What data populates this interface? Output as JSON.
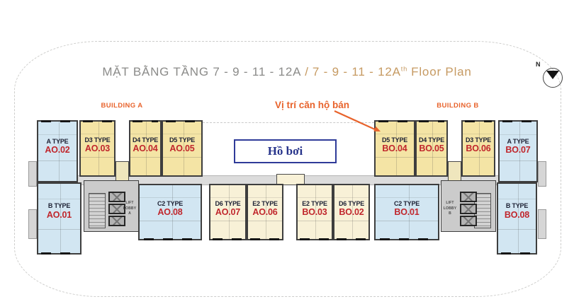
{
  "title": {
    "vn": "MẶT BẰNG TẦNG 7 - 9 - 11 - 12A",
    "separator": "/",
    "en": "7 - 9 - 11 - 12A",
    "en_sup": "th",
    "en_tail": "Floor Plan"
  },
  "compass": {
    "north_label": "N"
  },
  "labels": {
    "building_a": "BUILDING A",
    "building_b": "BUILDING B",
    "sale_note": "Vị trí căn hộ bán",
    "pool": "Hồ bơi",
    "lift_a": [
      "LIFT",
      "LOBBY A"
    ],
    "lift_b": [
      "LIFT",
      "LOBBY B"
    ]
  },
  "colors": {
    "accent_orange": "#E8632C",
    "title_gray": "#8B8B89",
    "title_tan": "#C69A62",
    "unit_code_red": "#C0262C",
    "unit_type_navy": "#1E2235",
    "pool_blue": "#27348B",
    "unit_yellow": "#F4E4A5",
    "unit_cream": "#F8F1D7",
    "unit_blue": "#D2E6F2",
    "core_gray": "#CBCBCB",
    "corridor_gray": "#DCDCDC"
  },
  "units": [
    {
      "code": "AO.02",
      "type": "A TYPE",
      "palette": "blue"
    },
    {
      "code": "AO.03",
      "type": "D3 TYPE",
      "palette": "yellow"
    },
    {
      "code": "AO.04",
      "type": "D4 TYPE",
      "palette": "yellow"
    },
    {
      "code": "AO.05",
      "type": "D5 TYPE",
      "palette": "yellow"
    },
    {
      "code": "BO.04",
      "type": "D5 TYPE",
      "palette": "yellow"
    },
    {
      "code": "BO.05",
      "type": "D4 TYPE",
      "palette": "yellow"
    },
    {
      "code": "BO.06",
      "type": "D3 TYPE",
      "palette": "yellow"
    },
    {
      "code": "BO.07",
      "type": "A TYPE",
      "palette": "blue"
    },
    {
      "code": "AO.01",
      "type": "B TYPE",
      "palette": "blue"
    },
    {
      "code": "AO.08",
      "type": "C2 TYPE",
      "palette": "blue"
    },
    {
      "code": "AO.07",
      "type": "D6 TYPE",
      "palette": "cream"
    },
    {
      "code": "AO.06",
      "type": "E2 TYPE",
      "palette": "cream"
    },
    {
      "code": "BO.03",
      "type": "E2 TYPE",
      "palette": "cream"
    },
    {
      "code": "BO.02",
      "type": "D6 TYPE",
      "palette": "cream"
    },
    {
      "code": "BO.01",
      "type": "C2 TYPE",
      "palette": "blue"
    },
    {
      "code": "BO.08",
      "type": "B TYPE",
      "palette": "blue"
    }
  ]
}
